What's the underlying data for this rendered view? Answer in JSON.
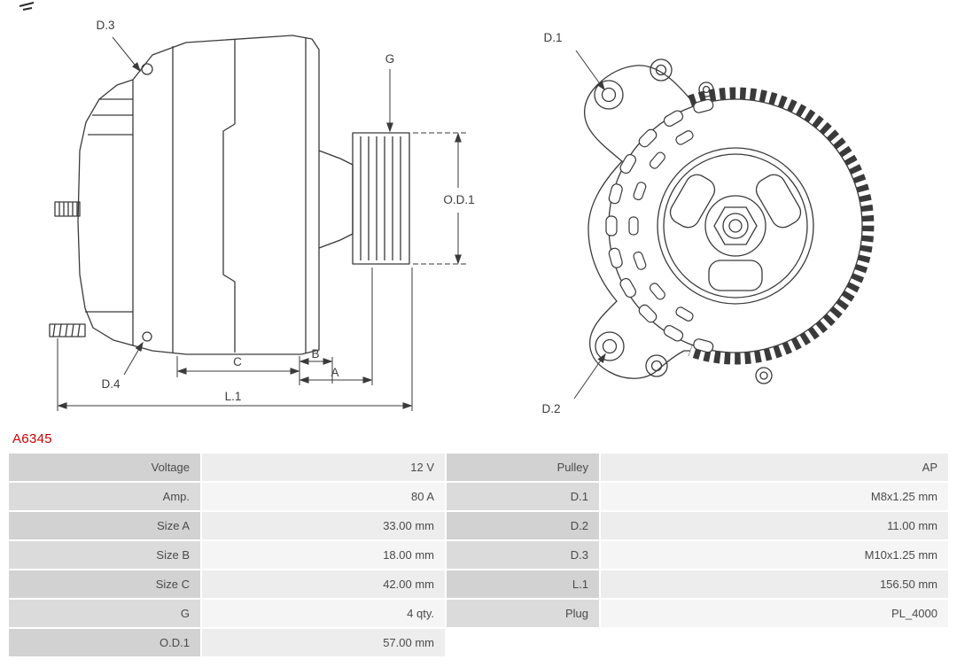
{
  "part_number": "A6345",
  "diagram": {
    "labels": {
      "d3": "D.3",
      "g": "G",
      "od1": "O.D.1",
      "d4": "D.4",
      "c": "C",
      "b": "B",
      "a": "A",
      "l1": "L.1",
      "d1": "D.1",
      "d2": "D.2"
    }
  },
  "table": {
    "rows": [
      {
        "label_left": "Voltage",
        "value_left": "12 V",
        "label_right": "Pulley",
        "value_right": "AP"
      },
      {
        "label_left": "Amp.",
        "value_left": "80 A",
        "label_right": "D.1",
        "value_right": "M8x1.25 mm"
      },
      {
        "label_left": "Size A",
        "value_left": "33.00 mm",
        "label_right": "D.2",
        "value_right": "11.00 mm"
      },
      {
        "label_left": "Size B",
        "value_left": "18.00 mm",
        "label_right": "D.3",
        "value_right": "M10x1.25 mm"
      },
      {
        "label_left": "Size C",
        "value_left": "42.00 mm",
        "label_right": "L.1",
        "value_right": "156.50 mm"
      },
      {
        "label_left": "G",
        "value_left": "4 qty.",
        "label_right": "Plug",
        "value_right": "PL_4000"
      },
      {
        "label_left": "O.D.1",
        "value_left": "57.00 mm",
        "label_right": "",
        "value_right": ""
      }
    ]
  },
  "colors": {
    "part_number": "#cc0000",
    "line": "#3a3a3a"
  }
}
